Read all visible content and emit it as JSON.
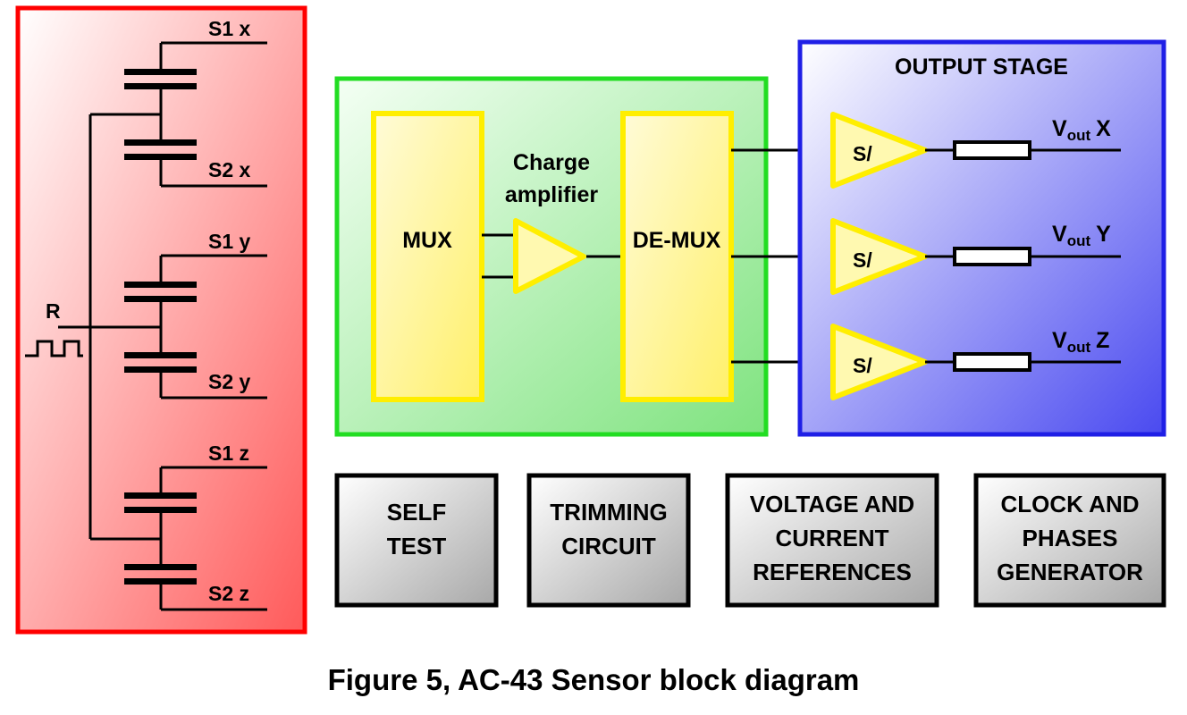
{
  "sensor": {
    "r_label": "R",
    "caps": [
      {
        "s1": "S1 x",
        "s2": "S2 x"
      },
      {
        "s1": "S1 y",
        "s2": "S2 y"
      },
      {
        "s1": "S1 z",
        "s2": "S2 z"
      }
    ]
  },
  "electronics": {
    "mux_label": "MUX",
    "amp_label_line1": "Charge",
    "amp_label_line2": "amplifier",
    "demux_label": "DE-MUX"
  },
  "output_stage": {
    "title": "OUTPUT STAGE",
    "sh_label": "S/",
    "outputs": [
      {
        "v": "V",
        "sub": "out",
        "axis": "X"
      },
      {
        "v": "V",
        "sub": "out",
        "axis": "Y"
      },
      {
        "v": "V",
        "sub": "out",
        "axis": "Z"
      }
    ]
  },
  "blocks": [
    {
      "line1": "SELF",
      "line2": "TEST"
    },
    {
      "line1": "TRIMMING",
      "line2": "CIRCUIT"
    },
    {
      "line1": "VOLTAGE AND",
      "line2": "CURRENT",
      "line3": "REFERENCES"
    },
    {
      "line1": "CLOCK AND",
      "line2": "PHASES",
      "line3": "GENERATOR"
    }
  ],
  "caption": "Figure 5, AC-43 Sensor block diagram",
  "colors": {
    "sensor_border": "#ff0000",
    "electronics_border": "#22dd22",
    "output_border": "#1f1fe6",
    "yellow": "#ffee00"
  }
}
